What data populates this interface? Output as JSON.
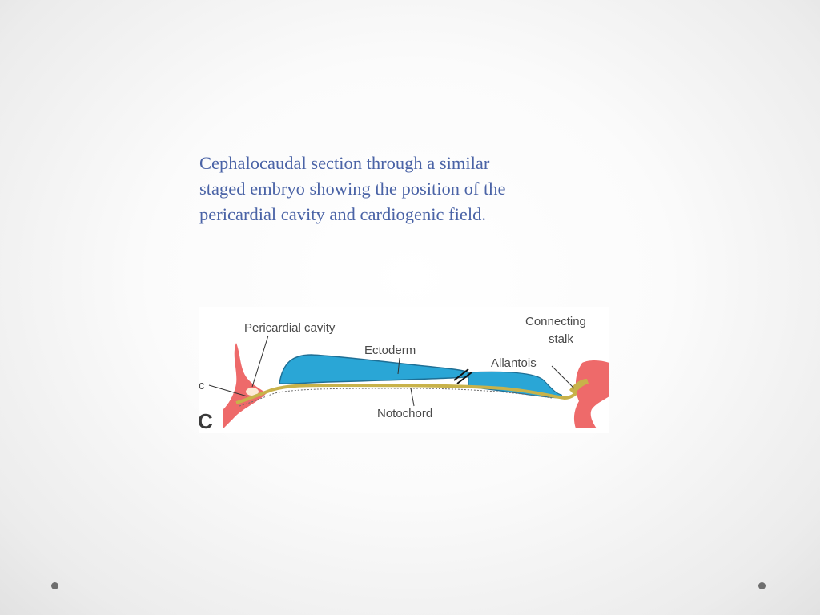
{
  "slide": {
    "caption_lines": [
      "Cephalocaudal section through a similar",
      "staged embryo showing the position of the",
      "pericardial cavity and cardiogenic field."
    ]
  },
  "figure": {
    "labels": {
      "pericardial_cavity": "Pericardial cavity",
      "ectoderm": "Ectoderm",
      "allantois": "Allantois",
      "connecting_stalk_line1": "Connecting",
      "connecting_stalk_line2": "stalk",
      "notochord": "Notochord",
      "cut_label_fragment": "c",
      "panel_letter": "C"
    },
    "colors": {
      "ectoderm_blue": "#2aa6d6",
      "mesoderm_pink": "#ee6a6a",
      "endoderm_yellow": "#c8b24a",
      "label_gray": "#4a4a4a"
    }
  },
  "decorations": {
    "corner_dots": [
      "bottom-left-dot",
      "bottom-right-dot"
    ]
  }
}
